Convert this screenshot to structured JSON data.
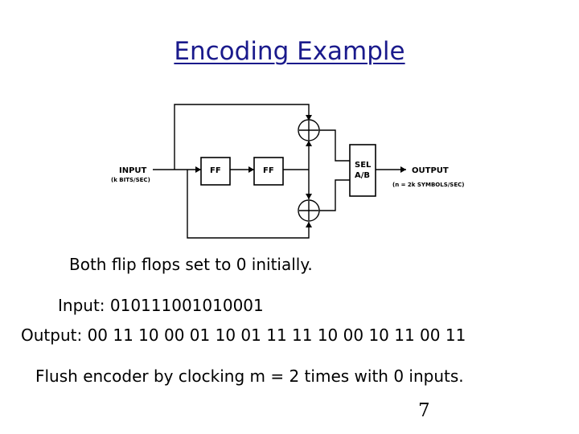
{
  "slide": {
    "title": "Encoding Example",
    "page_number": "7"
  },
  "diagram": {
    "input_label": "INPUT",
    "input_rate": "(k BITS/SEC)",
    "ff1_label": "FF",
    "ff2_label": "FF",
    "sel_label_line1": "SEL",
    "sel_label_line2": "A/B",
    "output_label": "OUTPUT",
    "output_rate": "(n = 2k SYMBOLS/SEC)"
  },
  "text": {
    "line1": "Both flip flops set to 0 initially.",
    "line2": "Input: 010111001010001",
    "line3": "Output: 00 11 10 00 01 10 01 11 11 10 00 10 11 00 11",
    "line4": "Flush encoder by clocking m = 2 times with 0 inputs."
  }
}
